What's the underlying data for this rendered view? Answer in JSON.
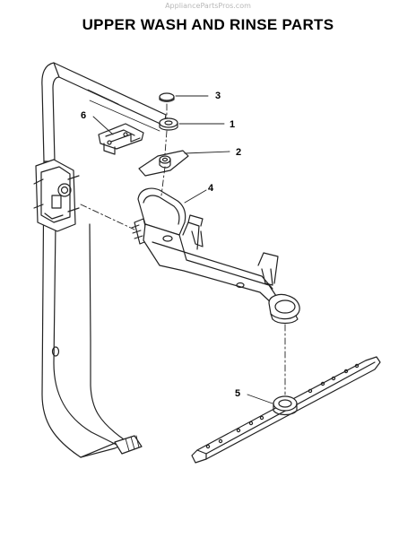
{
  "watermark": "AppliancePartsPros.com",
  "title": "UPPER WASH AND RINSE PARTS",
  "callouts": [
    {
      "id": "3",
      "label": "3"
    },
    {
      "id": "1",
      "label": "1"
    },
    {
      "id": "6",
      "label": "6"
    },
    {
      "id": "2",
      "label": "2"
    },
    {
      "id": "4",
      "label": "4"
    },
    {
      "id": "5",
      "label": "5"
    }
  ]
}
